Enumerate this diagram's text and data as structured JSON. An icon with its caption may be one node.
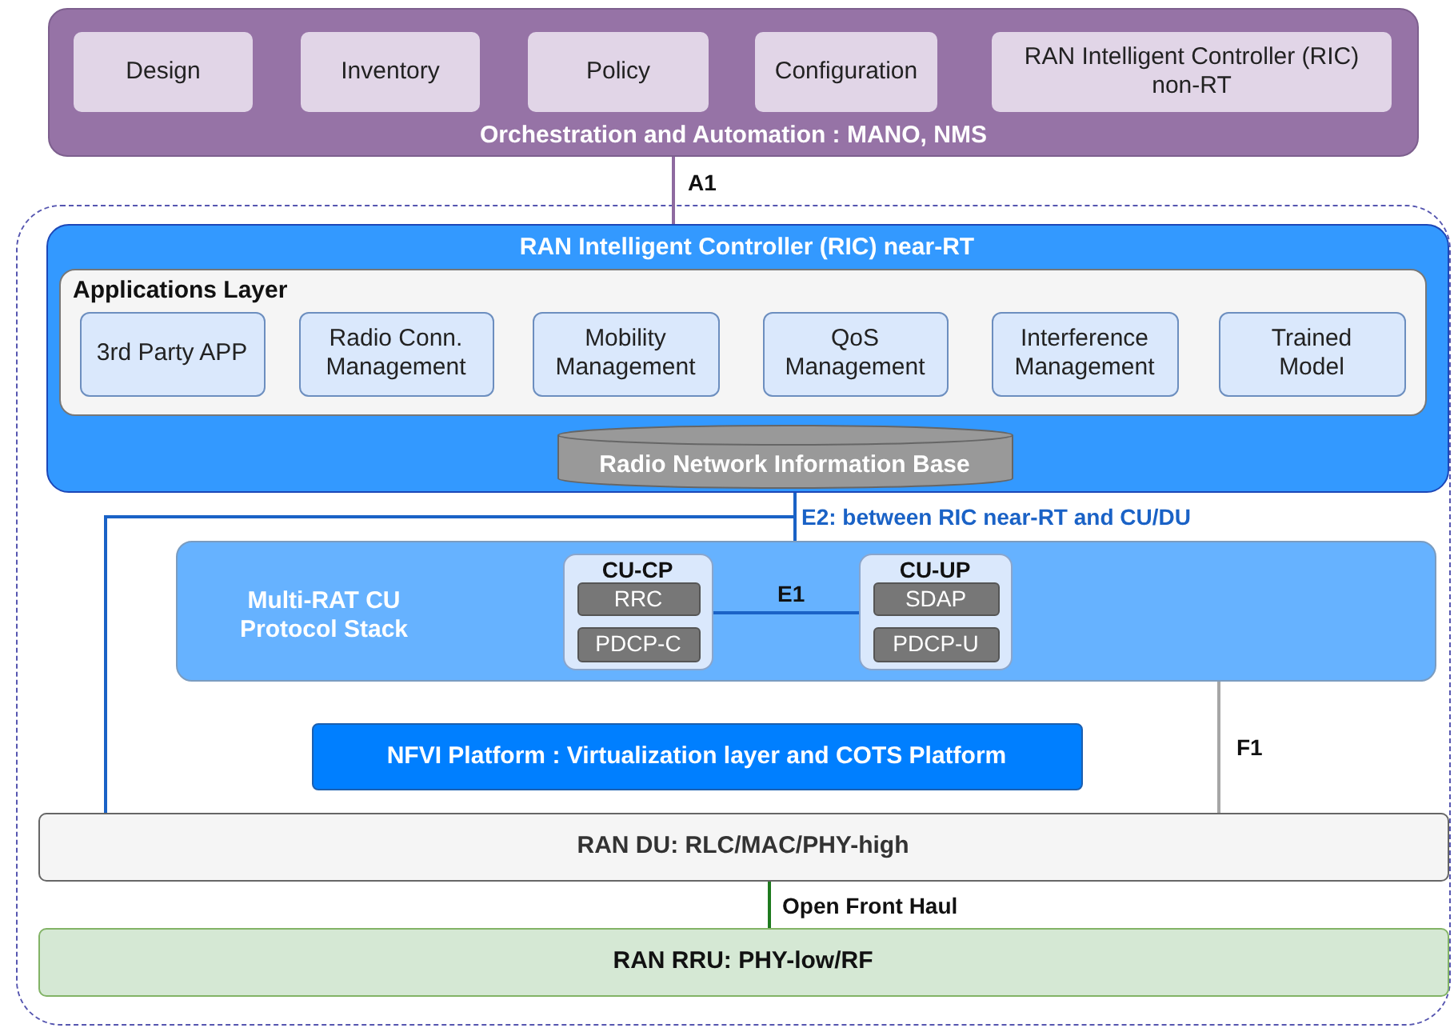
{
  "diagram": {
    "nodes": [
      {
        "text": [
          "Orchestration and Automation : MANO, NMS"
        ]
      },
      {
        "text": [
          "Design"
        ],
        "in": 0
      },
      {
        "text": [
          "Inventory"
        ],
        "in": 0
      },
      {
        "text": [
          "Policy"
        ],
        "in": 0
      },
      {
        "text": [
          "Configuration"
        ],
        "in": 0
      },
      {
        "text": [
          "RAN Intelligent Controller (RIC) non-RT"
        ],
        "in": 0
      },
      {
        "text": [],
        "shape": "box"
      },
      {
        "text": [
          "RAN Intelligent Controller (RIC) near-RT"
        ],
        "in": 6
      },
      {
        "text": [
          "Applications Layer"
        ],
        "in": 7
      },
      {
        "text": [
          "3rd Party APP"
        ],
        "in": 8
      },
      {
        "text": [
          "Radio Conn. Management"
        ],
        "in": 8
      },
      {
        "text": [
          "Mobility Management"
        ],
        "in": 8
      },
      {
        "text": [
          "QoS Management"
        ],
        "in": 8
      },
      {
        "text": [
          "Interference Management"
        ],
        "in": 8
      },
      {
        "text": [
          "Trained Model"
        ],
        "in": 8
      },
      {
        "text": [
          "Radio Network Information Base"
        ],
        "in": 7
      },
      {
        "text": [
          "Multi-RAT CU Protocol Stack"
        ],
        "in": 6
      },
      {
        "text": [
          "CU-CP"
        ],
        "in": 16
      },
      {
        "text": [
          "RRC"
        ],
        "in": 17
      },
      {
        "text": [
          "PDCP-C"
        ],
        "in": 17
      },
      {
        "text": [
          "CU-UP"
        ],
        "in": 16
      },
      {
        "text": [
          "SDAP"
        ],
        "in": 20
      },
      {
        "text": [
          "PDCP-U"
        ],
        "in": 20
      },
      {
        "text": [
          "NFVI Platform : Virtualization layer and COTS Platform"
        ],
        "in": 6
      },
      {
        "text": [
          "RAN DU: RLC/MAC/PHY-high"
        ],
        "in": 6
      },
      {
        "text": [
          "RAN RRU: PHY-low/RF"
        ],
        "in": 6
      }
    ],
    "edges": [
      {
        "from": 0,
        "to": 7,
        "arrow": "none",
        "label": "A1",
        "color": "#8e6aa0"
      },
      {
        "from": 7,
        "to": 24,
        "arrow": "none",
        "label": "E2: between RIC near-RT and CU/DU",
        "color": "#1a62c6"
      },
      {
        "from": 7,
        "to": 16,
        "arrow": "none",
        "color": "#1a62c6"
      },
      {
        "from": 17,
        "to": 20,
        "arrow": "none",
        "label": "E1",
        "color": "#1a62c6"
      },
      {
        "from": 16,
        "to": 24,
        "arrow": "none",
        "label": "F1",
        "color": "#a6a6a6"
      },
      {
        "from": 24,
        "to": 25,
        "arrow": "none",
        "label": "Open Front Haul",
        "color": "#1e7a1e"
      }
    ]
  }
}
